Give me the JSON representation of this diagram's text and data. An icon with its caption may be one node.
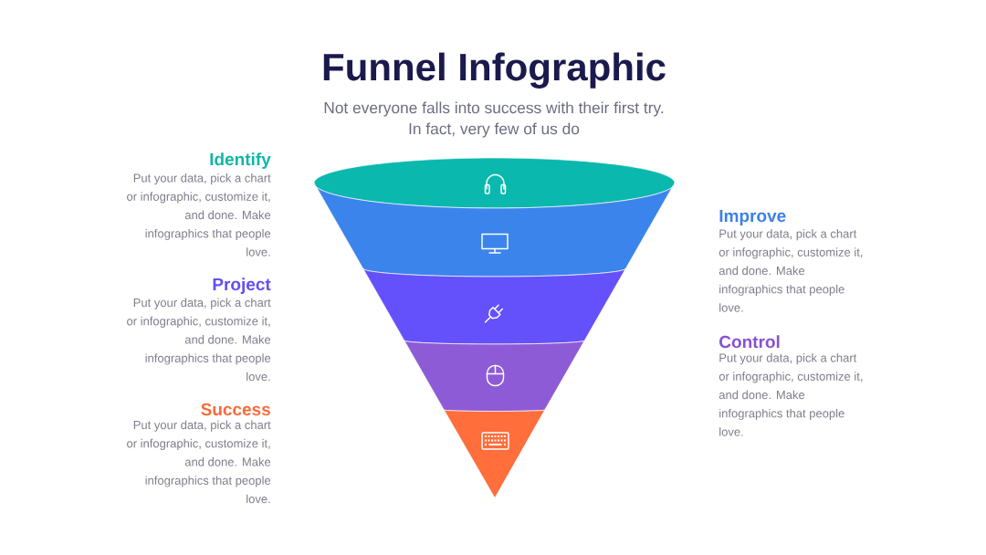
{
  "diagram": {
    "title": "Funnel Infographic",
    "nodes": [
      {
        "text": [],
        "shape": "ellipse",
        "beside": [
          "Identify",
          "Put your data, pick a chart or infographic, customize it, and done. Make infographics that people love."
        ]
      },
      {
        "text": [],
        "shape": "band",
        "beside": [
          "Improve",
          "Put your data, pick a chart or infographic, customize it, and done. Make infographics that people love."
        ]
      },
      {
        "text": [],
        "shape": "band",
        "beside": [
          "Project",
          "Put your data, pick a chart or infographic, customize it, and done. Make infographics that people love."
        ]
      },
      {
        "text": [],
        "shape": "band",
        "beside": [
          "Control",
          "Put your data, pick a chart or infographic, customize it, and done. Make infographics that people love."
        ]
      },
      {
        "text": [],
        "shape": "triangle",
        "beside": [
          "Success",
          "Put your data, pick a chart or infographic, customize it, and done. Make infographics that people love."
        ]
      }
    ],
    "labels": [
      "Not everyone falls into success with their first try. In fact, very few of us do"
    ]
  }
}
